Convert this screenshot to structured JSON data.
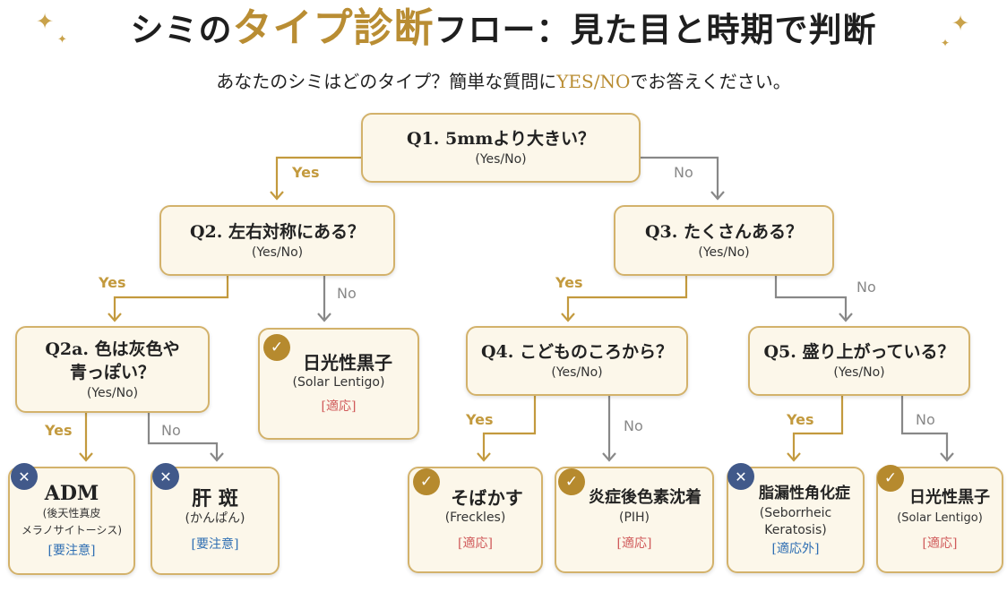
{
  "title": {
    "part1": "シミの",
    "accent": "タイプ診断",
    "part2": "フロー：見た目と時期で判断"
  },
  "subtitle": {
    "part1": "あなたのシミはどのタイプ？簡単な質問に",
    "accent": "YES/NO",
    "part2": "でお答えください。"
  },
  "edge_labels": {
    "yes": "Yes",
    "no": "No"
  },
  "questions": {
    "q1": {
      "title": "Q1. 5mmより大きい？",
      "sub": "(Yes/No)"
    },
    "q2": {
      "title": "Q2. 左右対称にある？",
      "sub": "(Yes/No)"
    },
    "q3": {
      "title": "Q3. たくさんある？",
      "sub": "(Yes/No)"
    },
    "q2a": {
      "title_line1": "Q2a. 色は灰色や",
      "title_line2": "青っぽい？",
      "sub": "(Yes/No)"
    },
    "q4": {
      "title": "Q4. こどものころから？",
      "sub": "(Yes/No)"
    },
    "q5": {
      "title": "Q5. 盛り上がっている？",
      "sub": "(Yes/No)"
    }
  },
  "results": {
    "solar_q2": {
      "title": "日光性黒子",
      "sub": "(Solar Lentigo)",
      "tag": "[適応]",
      "status": "check"
    },
    "adm": {
      "title": "ADM",
      "sub_line1": "(後天性真皮",
      "sub_line2": "メラノサイトーシス)",
      "tag": "[要注意]",
      "status": "cross"
    },
    "kanpan": {
      "title": "肝 斑",
      "sub": "(かんぱん)",
      "tag": "[要注意]",
      "status": "cross"
    },
    "freckles": {
      "title": "そばかす",
      "sub": "(Freckles)",
      "tag": "[適応]",
      "status": "check"
    },
    "pih": {
      "title": "炎症後色素沈着",
      "sub": "(PIH)",
      "tag": "[適応]",
      "status": "check"
    },
    "seb": {
      "title": "脂漏性角化症",
      "sub_line1": "(Seborrheic",
      "sub_line2": "Keratosis)",
      "tag": "[適応外]",
      "status": "cross"
    },
    "solar_q5": {
      "title": "日光性黒子",
      "sub": "(Solar Lentigo)",
      "tag": "[適応]",
      "status": "check"
    }
  },
  "colors": {
    "gold": "#b98d33",
    "box_border": "#d3b26b",
    "box_fill": "#fcf7ea",
    "no_gray": "#888888",
    "ok_red": "#d05a5a",
    "warn_blue": "#2f6fb3",
    "cross_navy": "#41598a"
  },
  "icons": {
    "check": "check-circle-icon",
    "cross": "cross-circle-icon",
    "sparkle": "sparkle-icon"
  }
}
